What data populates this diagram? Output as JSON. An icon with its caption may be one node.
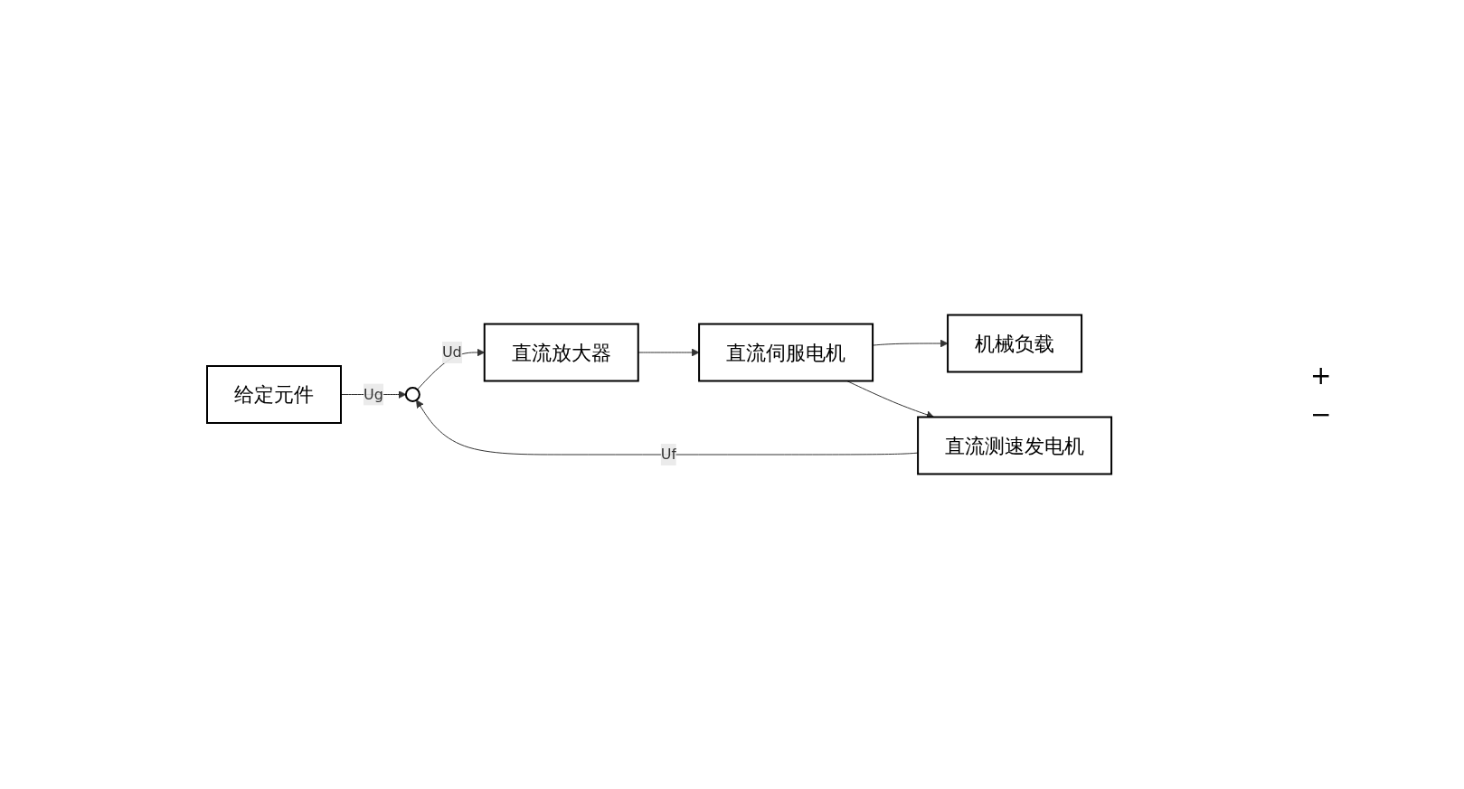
{
  "diagram": {
    "nodes": [
      {
        "text": [
          "给定元件"
        ]
      },
      {
        "text": [],
        "shape": "circle"
      },
      {
        "text": [
          "直流放大器"
        ]
      },
      {
        "text": [
          "直流伺服电机"
        ]
      },
      {
        "text": [
          "机械负载"
        ]
      },
      {
        "text": [
          "直流测速发电机"
        ]
      }
    ],
    "edges": [
      {
        "from": 0,
        "to": 1,
        "arrow": "to",
        "label": "Ug"
      },
      {
        "from": 1,
        "to": 2,
        "arrow": "to",
        "label": "Ud"
      },
      {
        "from": 2,
        "to": 3,
        "arrow": "to"
      },
      {
        "from": 3,
        "to": 4,
        "arrow": "to"
      },
      {
        "from": 3,
        "to": 5,
        "arrow": "to"
      },
      {
        "from": 5,
        "to": 1,
        "arrow": "to",
        "label": "Uf"
      }
    ],
    "labels": [
      "+",
      "−"
    ]
  }
}
